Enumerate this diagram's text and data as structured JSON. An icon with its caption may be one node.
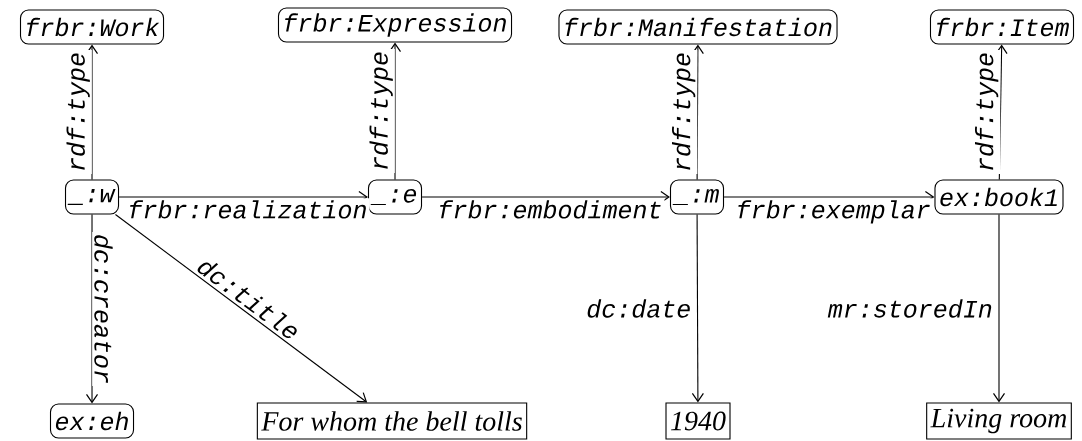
{
  "diagram": {
    "nodes": [
      {
        "text": [
          "frbr:Work"
        ]
      },
      {
        "text": [
          "frbr:Expression"
        ]
      },
      {
        "text": [
          "frbr:Manifestation"
        ]
      },
      {
        "text": [
          "frbr:Item"
        ]
      },
      {
        "text": [
          "_:w"
        ]
      },
      {
        "text": [
          "_:e"
        ]
      },
      {
        "text": [
          "_:m"
        ]
      },
      {
        "text": [
          "ex:book1"
        ]
      },
      {
        "text": [
          "ex:eh"
        ]
      },
      {
        "text": [
          "For whom the bell tolls"
        ]
      },
      {
        "text": [
          "1940"
        ]
      },
      {
        "text": [
          "Living room"
        ]
      }
    ],
    "edges": [
      {
        "from": 4,
        "to": 0,
        "arrow": "to",
        "label": "rdf:type"
      },
      {
        "from": 5,
        "to": 1,
        "arrow": "to",
        "label": "rdf:type"
      },
      {
        "from": 6,
        "to": 2,
        "arrow": "to",
        "label": "rdf:type"
      },
      {
        "from": 7,
        "to": 3,
        "arrow": "to",
        "label": "rdf:type"
      },
      {
        "from": 4,
        "to": 5,
        "arrow": "to",
        "label": "frbr:realization"
      },
      {
        "from": 5,
        "to": 6,
        "arrow": "to",
        "label": "frbr:embodiment"
      },
      {
        "from": 6,
        "to": 7,
        "arrow": "to",
        "label": "frbr:exemplar"
      },
      {
        "from": 4,
        "to": 8,
        "arrow": "to",
        "label": "dc:creator"
      },
      {
        "from": 4,
        "to": 9,
        "arrow": "to",
        "label": "dc:title"
      },
      {
        "from": 6,
        "to": 10,
        "arrow": "to",
        "label": "dc:date"
      },
      {
        "from": 7,
        "to": 11,
        "arrow": "to",
        "label": "mr:storedIn"
      }
    ]
  }
}
